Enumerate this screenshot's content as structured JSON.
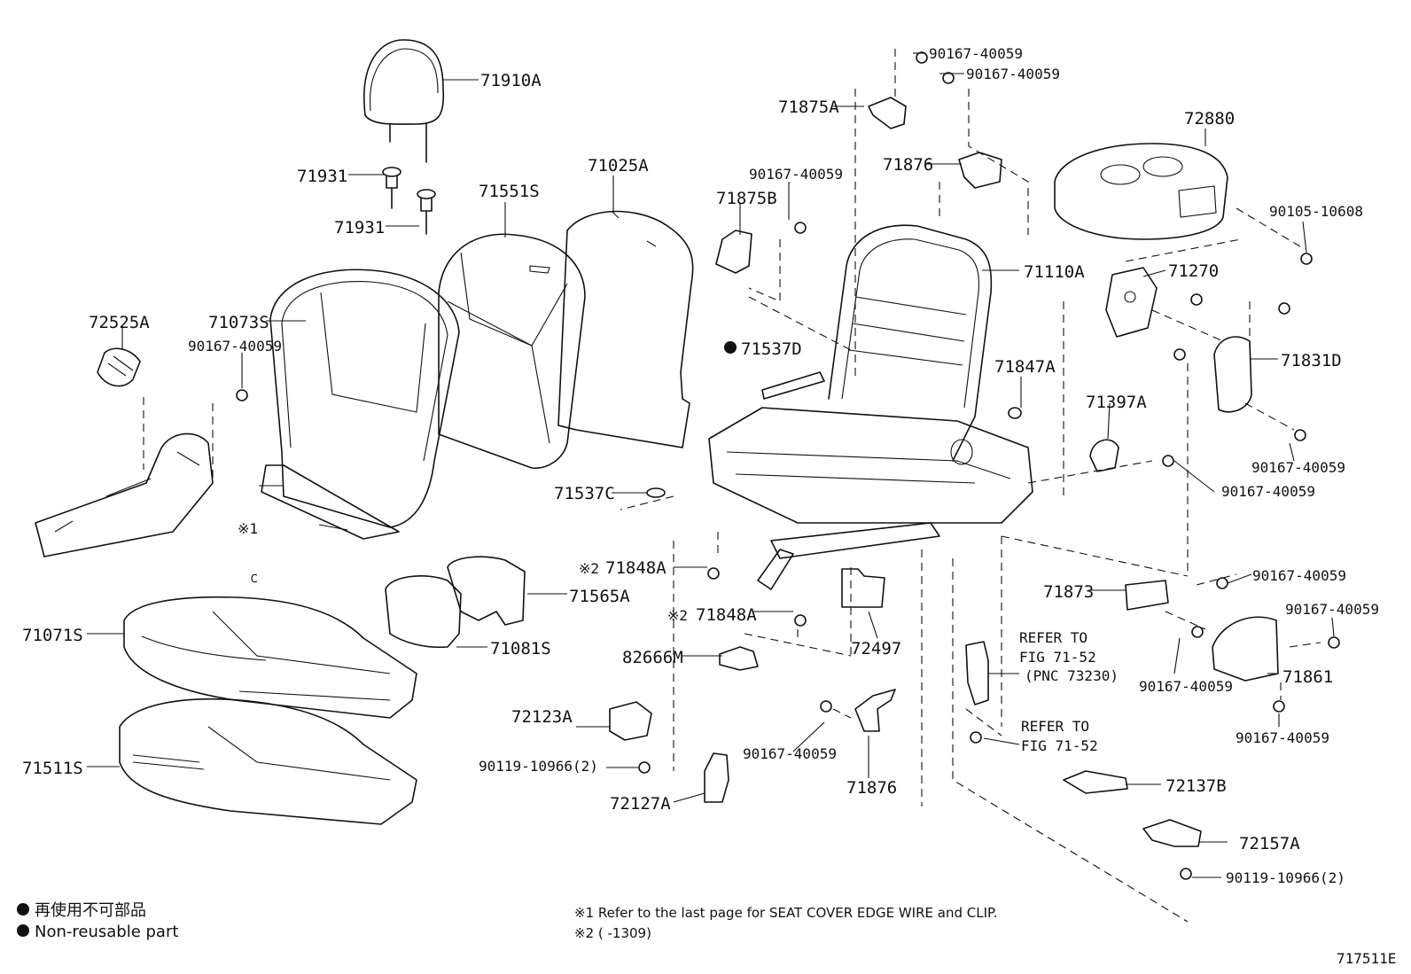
{
  "labels": {
    "p71910A": "71910A",
    "p71931a": "71931",
    "p71931b": "71931",
    "p71551S": "71551S",
    "p71025A": "71025A",
    "p72525A": "72525A",
    "p71073S": "71073S",
    "p90167_a": "90167-40059",
    "p90167_top1": "90167-40059",
    "p90167_top2": "90167-40059",
    "p71875A": "71875A",
    "p71876_top": "71876",
    "p90167_b": "90167-40059",
    "p71875B": "71875B",
    "p72880": "72880",
    "p90105": "90105-10608",
    "p71110A": "71110A",
    "p71270": "71270",
    "p71537D": "71537D",
    "p71847A": "71847A",
    "p71831D": "71831D",
    "p71397A": "71397A",
    "p90167_c": "90167-40059",
    "p90167_d": "90167-40059",
    "p71537C": "71537C",
    "p71848A_1": "71848A",
    "p71848A_2": "71848A",
    "p71565A": "71565A",
    "p71081S": "71081S",
    "p71071S": "71071S",
    "p82666M": "82666M",
    "p72497": "72497",
    "p71873": "71873",
    "p90167_e": "90167-40059",
    "p90167_f": "90167-40059",
    "p90167_g": "90167-40059",
    "p71861": "71861",
    "p90167_h": "90167-40059",
    "p72123A": "72123A",
    "p71511S": "71511S",
    "p90119_a": "90119-10966(2)",
    "p90167_i": "90167-40059",
    "p71876_bot": "71876",
    "p72127A": "72127A",
    "p72137B": "72137B",
    "p72157A": "72157A",
    "p90119_b": "90119-10966(2)"
  },
  "marks": {
    "note1_mark": "※1",
    "note2_mark_a": "※2",
    "note2_mark_b": "※2"
  },
  "refer1": [
    "REFER TO",
    "FIG 71-52",
    "(PNC 73230)"
  ],
  "refer2": [
    "REFER TO",
    "FIG 71-52"
  ],
  "notes": {
    "note1": "※1 Refer to the last page for SEAT COVER EDGE WIRE and CLIP.",
    "note2": "※2 (      -1309)"
  },
  "legend": {
    "jp": "再使用不可部品",
    "en": "Non-reusable part"
  },
  "figure_id": "717511E"
}
